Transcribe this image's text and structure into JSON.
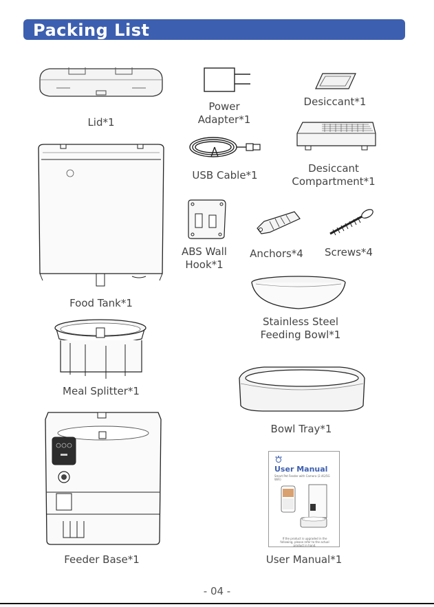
{
  "header": {
    "title": "Packing List"
  },
  "items": {
    "lid": "Lid*1",
    "power_adapter": [
      "Power",
      "Adapter*1"
    ],
    "desiccant": "Desiccant*1",
    "usb_cable": "USB Cable*1",
    "desiccant_compartment": [
      "Desiccant",
      "Compartment*1"
    ],
    "food_tank": "Food Tank*1",
    "abs_wall_hook": [
      "ABS Wall",
      "Hook*1"
    ],
    "anchors": "Anchors*4",
    "screws": "Screws*4",
    "meal_splitter": "Meal Splitter*1",
    "stainless_bowl": [
      "Stainless Steel",
      "Feeding Bowl*1"
    ],
    "bowl_tray": "Bowl Tray*1",
    "feeder_base": "Feeder Base*1",
    "user_manual": "User Manual*1"
  },
  "manual_cover": {
    "title": "User Manual",
    "subtitle": "Smart Pet Feeder with Camera (2.4G/5G WiFi)",
    "note": "If the product is upgraded in the following, please refer to the actual product in hand."
  },
  "footer": {
    "page_number": "- 04 -"
  }
}
